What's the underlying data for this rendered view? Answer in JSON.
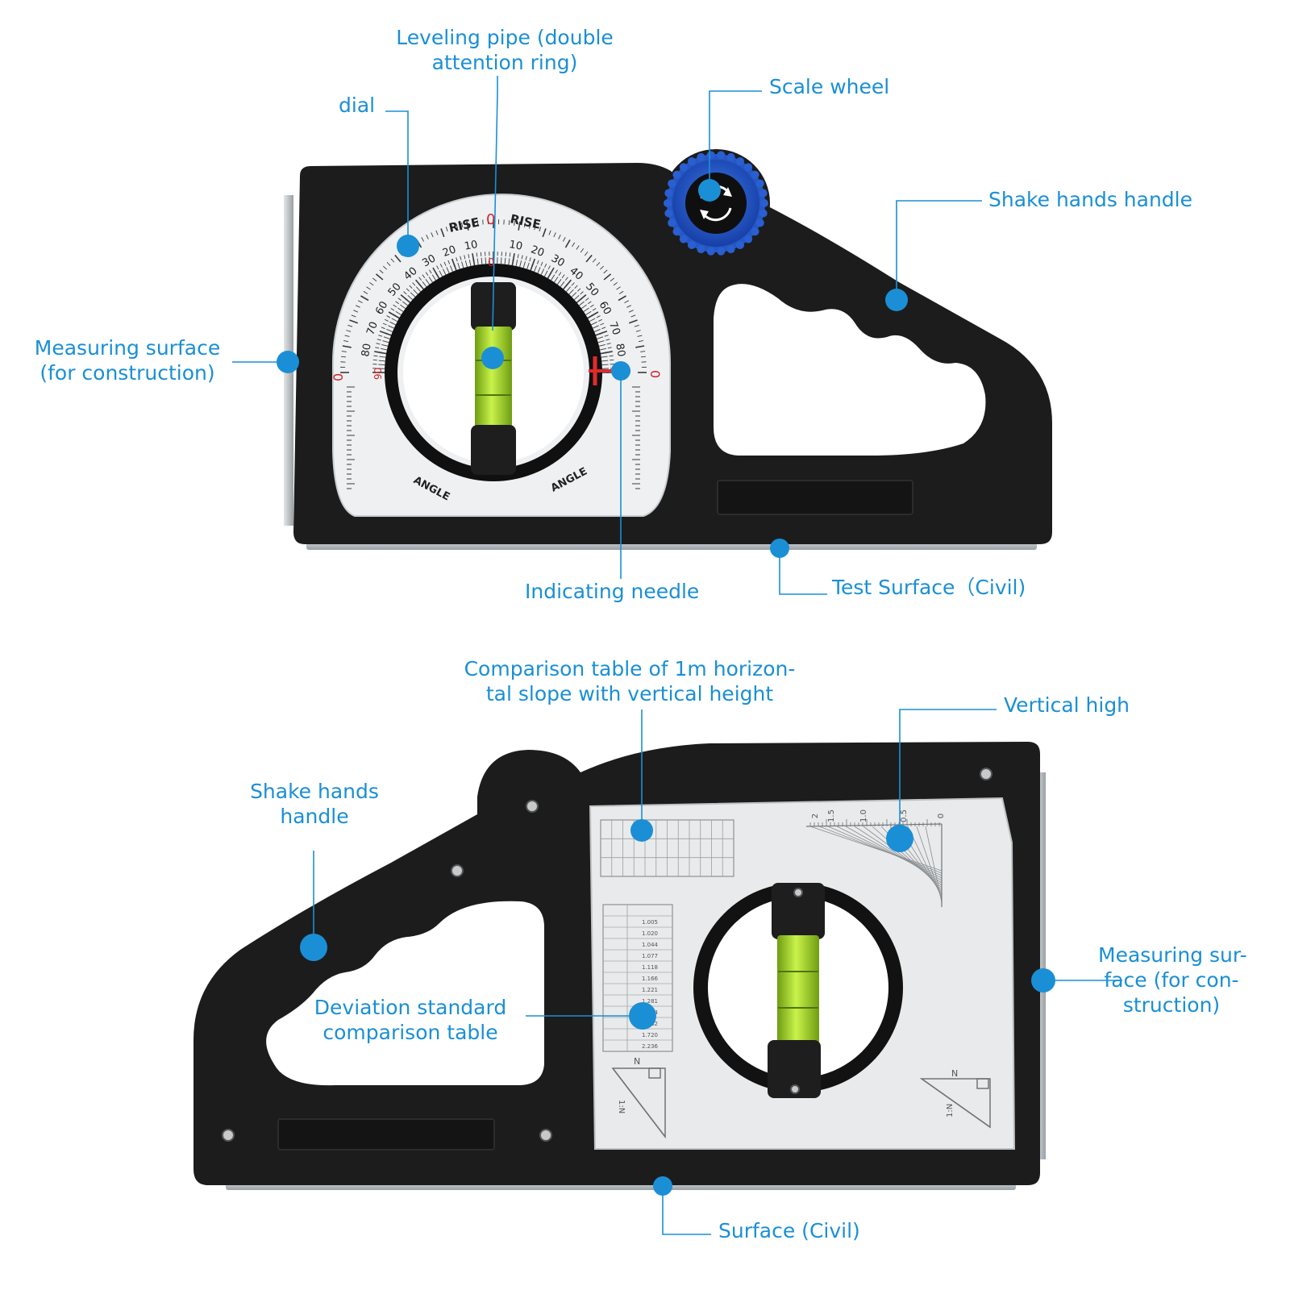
{
  "theme": {
    "label_color": "#1a8fd6",
    "dot_color": "#1a8fd6",
    "body_color": "#1c1c1c",
    "face_color": "#eef0f2",
    "bubble_color": "#b6e63a",
    "knob_color": "#1f5fd0"
  },
  "top": {
    "labels": {
      "leveling_pipe": [
        "Leveling pipe (double",
        "attention ring)"
      ],
      "dial": [
        "dial"
      ],
      "scale_wheel": [
        "Scale wheel"
      ],
      "shake_hands_handle": [
        "Shake hands handle"
      ],
      "measuring_surface": [
        "Measuring surface",
        "(for construction)"
      ],
      "indicating_needle": [
        "Indicating needle"
      ],
      "test_surface": [
        "Test Surface（Civil)"
      ]
    },
    "dial": {
      "rise_left": "RISE",
      "rise_right": "RISE",
      "zero_top": "0",
      "zero_inner": "0",
      "zero_left": "0",
      "zero_right": "0",
      "ninety_left": "90",
      "angle_left": "ANGLE",
      "angle_right": "ANGLE",
      "inner_numbers": [
        "10",
        "20",
        "30",
        "40",
        "50",
        "60",
        "70",
        "80"
      ]
    }
  },
  "bottom": {
    "labels": {
      "comparison_table": [
        "Comparison table of 1m horizon-",
        "tal slope with vertical height"
      ],
      "vertical_high": [
        "Vertical high"
      ],
      "shake_hands_handle": [
        "Shake hands",
        "handle"
      ],
      "measuring_surface": [
        "Measuring sur-",
        "face (for con-",
        "struction)"
      ],
      "deviation_table": [
        "Deviation standard",
        "comparison table"
      ],
      "surface": [
        "Surface (Civil)"
      ]
    },
    "plate": {
      "scale_numbers": [
        "2",
        "1.5",
        "1.0",
        "0.5",
        "0"
      ],
      "n_marks": [
        "N",
        "1:N",
        "N",
        "1:N"
      ],
      "deviation_values": [
        "1.005",
        "1.020",
        "1.044",
        "1.077",
        "1.118",
        "1.166",
        "1.221",
        "1.281",
        "1.414",
        "1.562",
        "1.720",
        "2.236"
      ]
    }
  }
}
